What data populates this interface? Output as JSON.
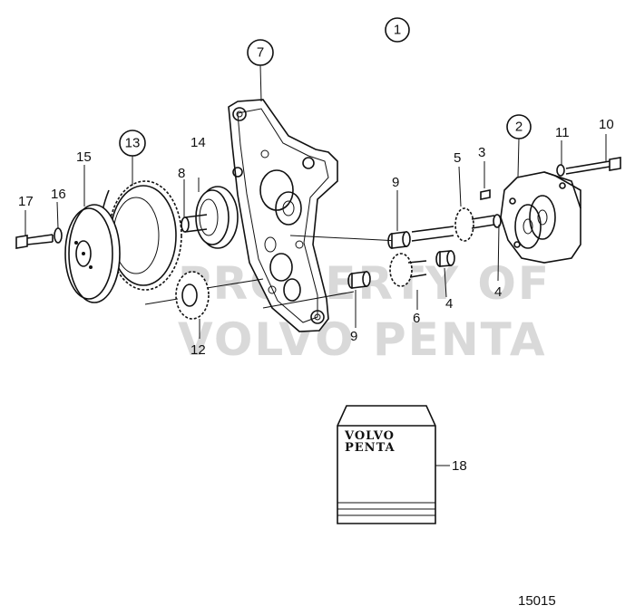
{
  "figure_number": "15015",
  "watermark": {
    "line1": "PROPERTY OF",
    "line2": "VOLVO PENTA"
  },
  "manual": {
    "brand_line1": "VOLVO",
    "brand_line2": "PENTA"
  },
  "callouts": {
    "c1": "1",
    "c2": "2",
    "c7": "7",
    "c13": "13",
    "n3": "3",
    "n4a": "4",
    "n4b": "4",
    "n5": "5",
    "n6": "6",
    "n8": "8",
    "n9a": "9",
    "n9b": "9",
    "n10": "10",
    "n11": "11",
    "n12": "12",
    "n14": "14",
    "n15": "15",
    "n16": "16",
    "n17": "17",
    "n18": "18"
  }
}
